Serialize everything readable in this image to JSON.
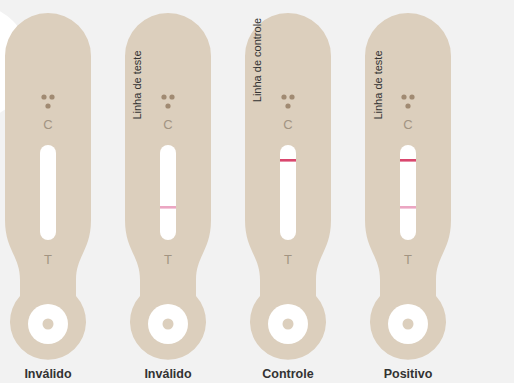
{
  "diagram": {
    "nodes": [
      {
        "text": [
          "C",
          "T",
          "Inválido"
        ]
      },
      {
        "text": [
          "C",
          "T",
          "Inválido"
        ]
      },
      {
        "text": [
          "C",
          "T",
          "Controle"
        ]
      },
      {
        "text": [
          "C",
          "T",
          "Positivo"
        ]
      }
    ],
    "labels": [
      "Linha de teste",
      "Linha de controle",
      "Linha de teste"
    ]
  }
}
